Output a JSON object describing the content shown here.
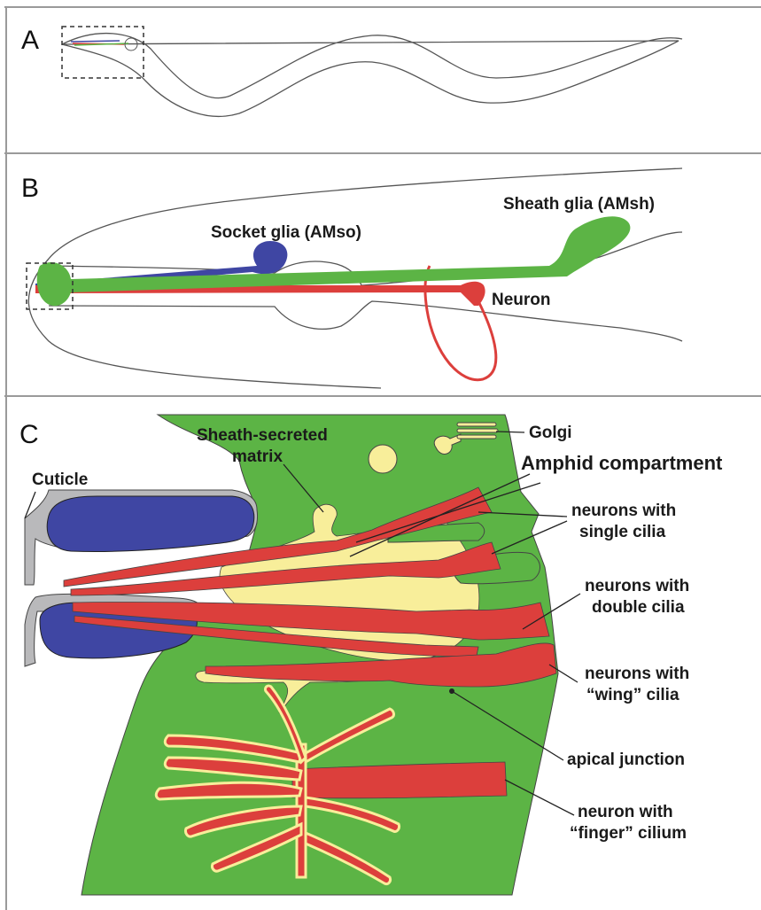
{
  "colors": {
    "neuron": "#dc3f3c",
    "sheath": "#5cb445",
    "socket": "#3f46a3",
    "matrix": "#f8ee9a",
    "cuticle": "#b9b9bb",
    "frame": "#9a9a9a"
  },
  "panels": {
    "a": {
      "label": "A"
    },
    "b": {
      "label": "B",
      "socket_label": "Socket glia (AMso)",
      "sheath_label": "Sheath glia (AMsh)",
      "neuron_label": "Neuron"
    },
    "c": {
      "label": "C",
      "cuticle": "Cuticle",
      "matrix_line1": "Sheath-secreted",
      "matrix_line2": "matrix",
      "golgi": "Golgi",
      "amphid": "Amphid compartment",
      "single_line1": "neurons with",
      "single_line2": "single cilia",
      "double_line1": "neurons with",
      "double_line2": "double cilia",
      "wing_line1": "neurons with",
      "wing_line2": "“wing” cilia",
      "apical": "apical junction",
      "finger_line1": "neuron with",
      "finger_line2": "“finger” cilium"
    }
  }
}
